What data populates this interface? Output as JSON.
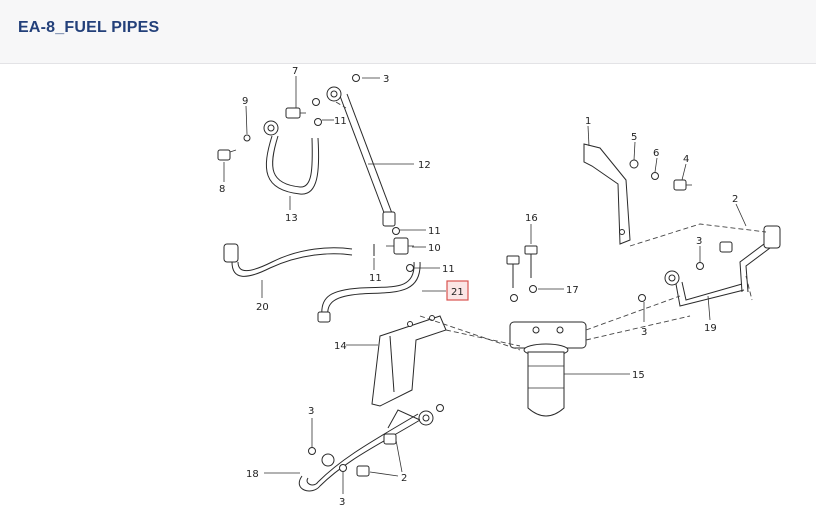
{
  "header": {
    "title": "EA-8_FUEL PIPES"
  },
  "callouts": {
    "c1": "1",
    "c2a": "2",
    "c2b": "2",
    "c3a": "3",
    "c3b": "3",
    "c3c": "3",
    "c3d": "3",
    "c3e": "3",
    "c4": "4",
    "c5": "5",
    "c6": "6",
    "c7": "7",
    "c8": "8",
    "c9": "9",
    "c10": "10",
    "c11a": "11",
    "c11b": "11",
    "c11c": "11",
    "c11d": "11",
    "c12": "12",
    "c13": "13",
    "c14": "14",
    "c15": "15",
    "c16": "16",
    "c17": "17",
    "c18": "18",
    "c19": "19",
    "c20": "20",
    "c21": "21"
  },
  "highlight": {
    "part": "21",
    "color": "#d9534f"
  }
}
